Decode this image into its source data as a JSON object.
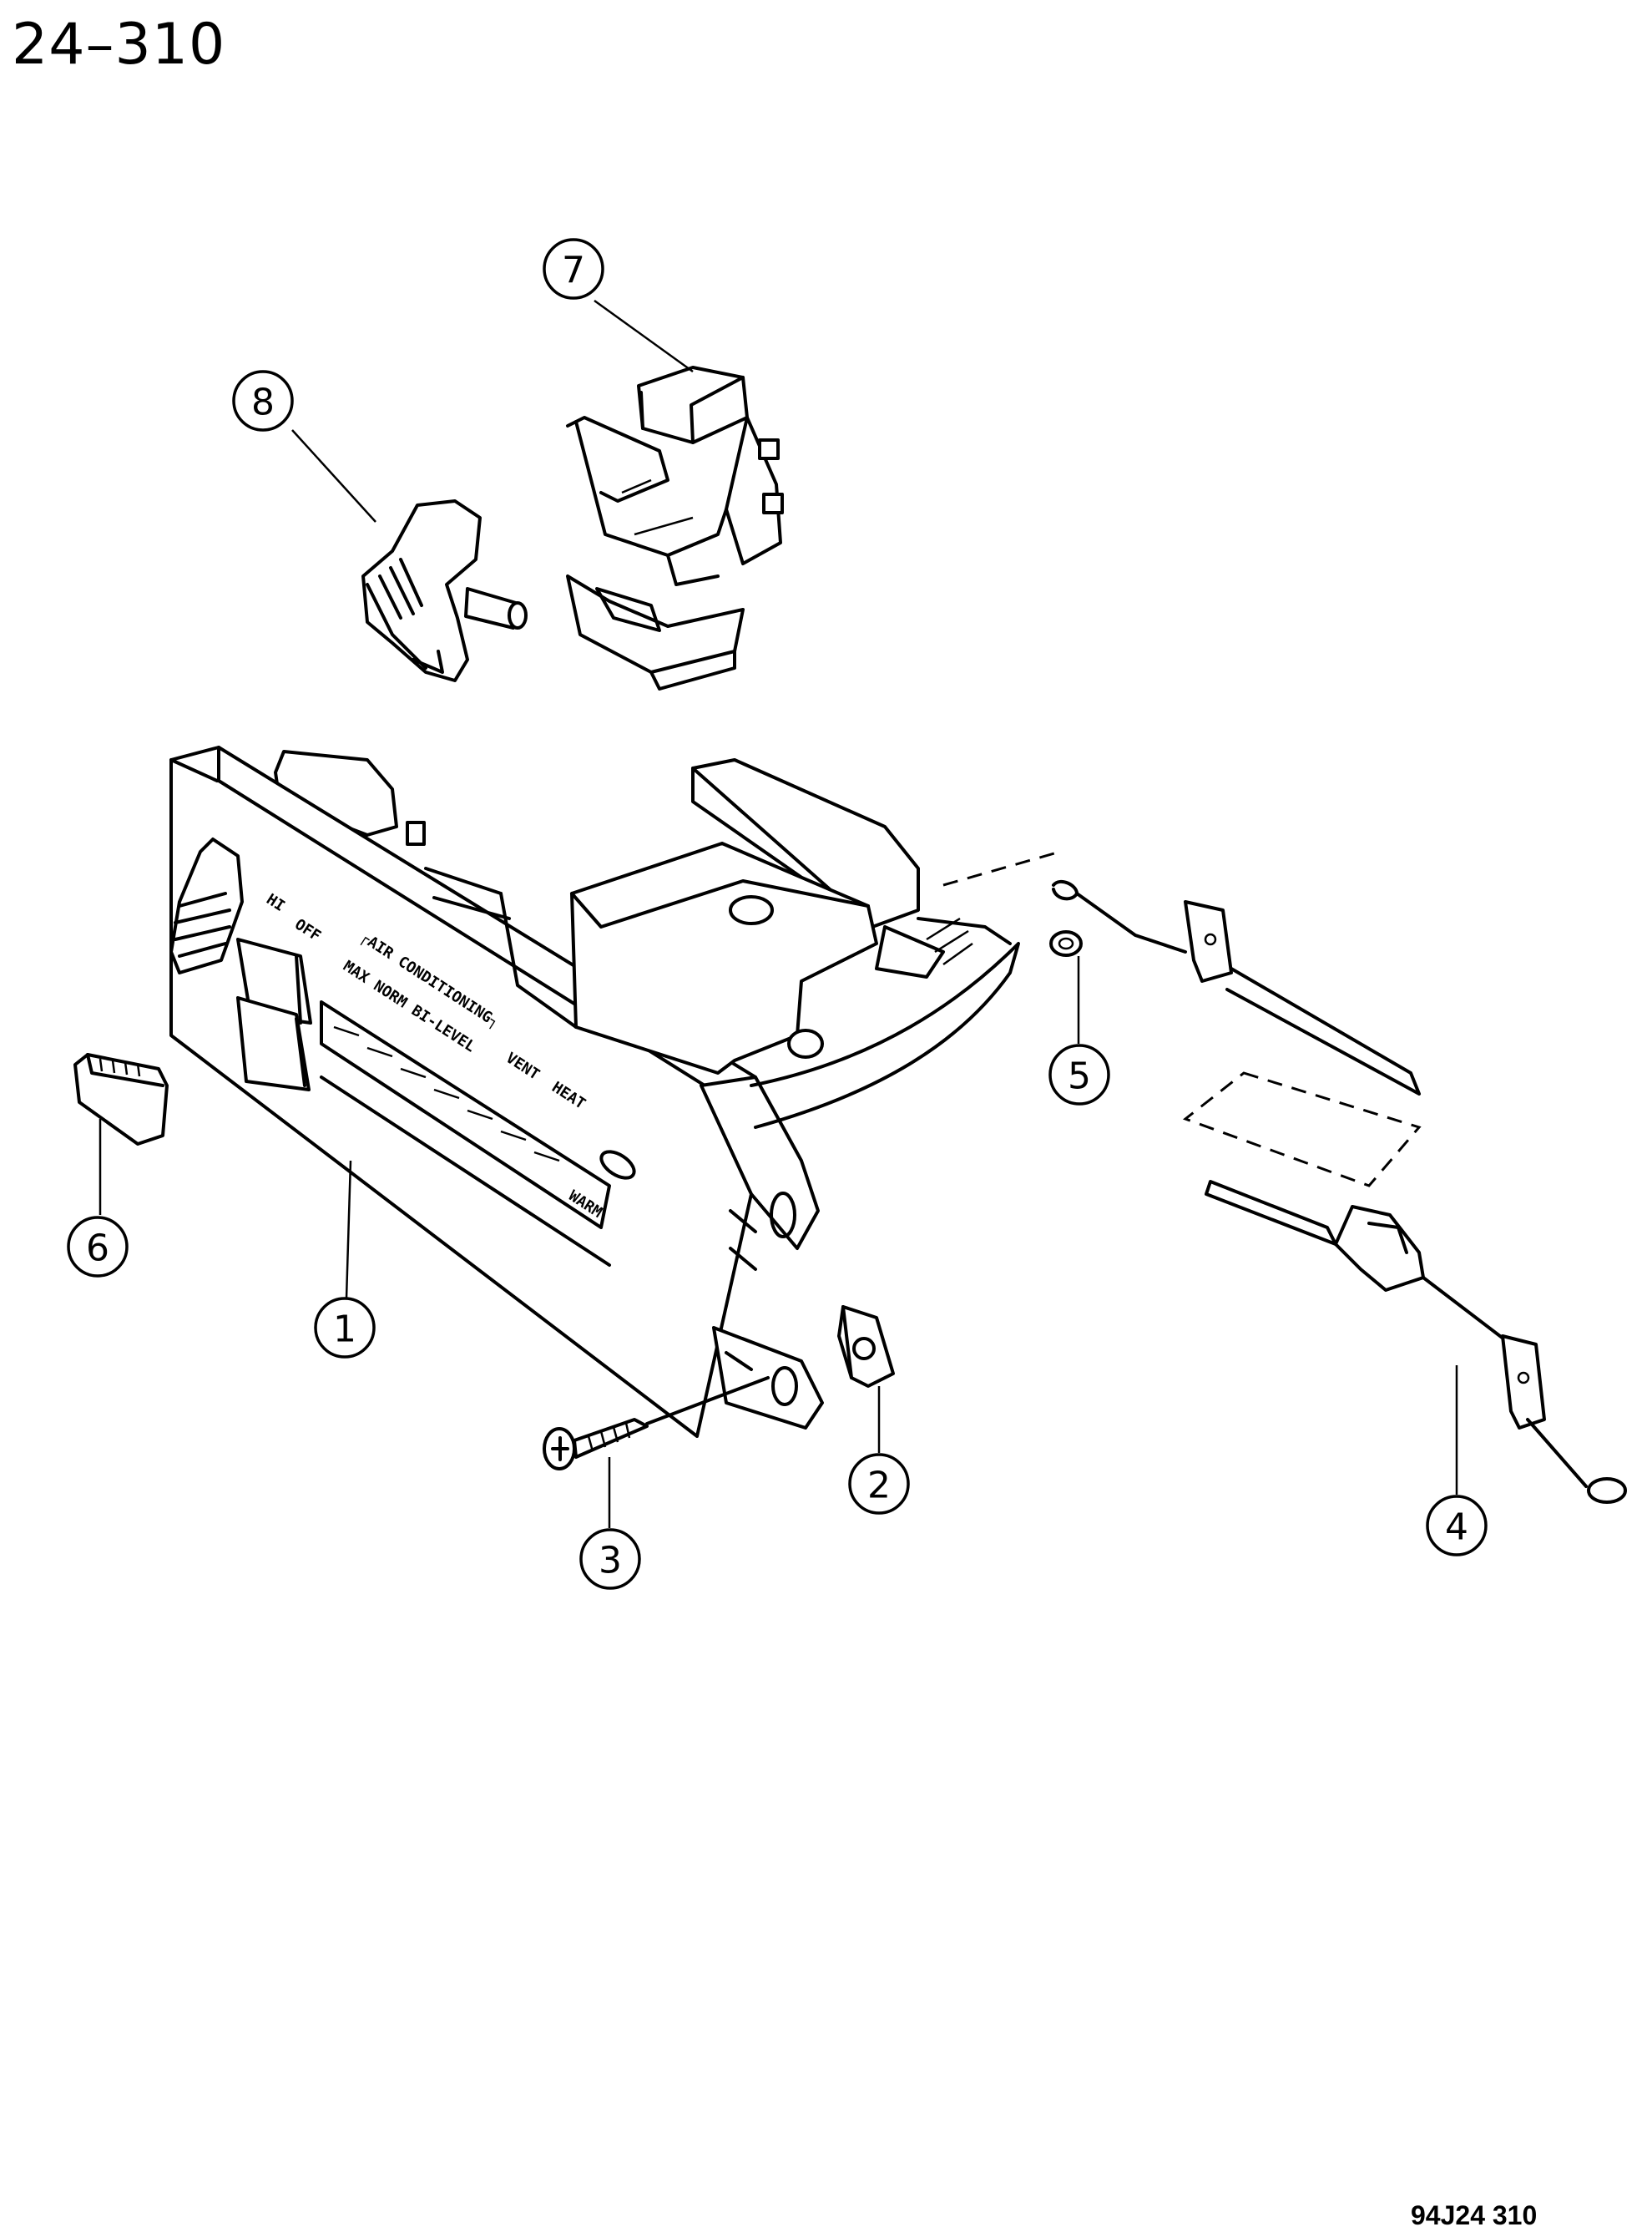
{
  "header": {
    "page_number": "24–310"
  },
  "footer": {
    "figure_code": "94J24 310"
  },
  "panel_labels": {
    "hi": "HI",
    "off": "OFF",
    "air_conditioning": "┌AIR CONDITIONING┐",
    "modes": "MAX NORM BI-LEVEL",
    "vent": "VENT",
    "heat": "HEAT",
    "warm": "WARM"
  },
  "callouts": [
    {
      "id": "1",
      "part": "control-panel-assembly"
    },
    {
      "id": "2",
      "part": "clip-nut"
    },
    {
      "id": "3",
      "part": "screw"
    },
    {
      "id": "4",
      "part": "control-cable"
    },
    {
      "id": "5",
      "part": "grommet"
    },
    {
      "id": "6",
      "part": "push-button"
    },
    {
      "id": "7",
      "part": "switch"
    },
    {
      "id": "8",
      "part": "knob"
    }
  ]
}
